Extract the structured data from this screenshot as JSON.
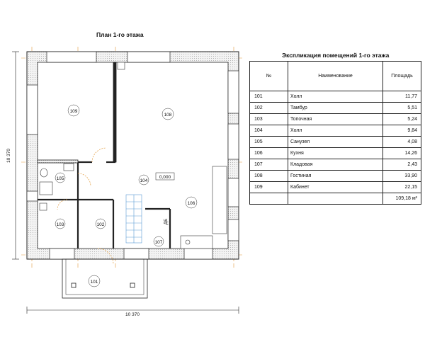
{
  "plan": {
    "title": "План 1-го этажа",
    "dim_horizontal": "10 370",
    "dim_vertical": "10 370",
    "elevation": "0,000",
    "ds_label": "ДБ",
    "rooms": [
      {
        "id": "101",
        "label": "101"
      },
      {
        "id": "102",
        "label": "102"
      },
      {
        "id": "103",
        "label": "103"
      },
      {
        "id": "104",
        "label": "104"
      },
      {
        "id": "105",
        "label": "105"
      },
      {
        "id": "106",
        "label": "106"
      },
      {
        "id": "107",
        "label": "107"
      },
      {
        "id": "108",
        "label": "108"
      },
      {
        "id": "109",
        "label": "109"
      }
    ]
  },
  "explication": {
    "title": "Экспликация помещений 1-го этажа",
    "headers": {
      "num": "№",
      "name": "Наименование",
      "area": "Площадь"
    },
    "rows": [
      {
        "num": "101",
        "name": "Холл",
        "area": "11,77"
      },
      {
        "num": "102",
        "name": "Тамбур",
        "area": "5,51"
      },
      {
        "num": "103",
        "name": "Топочная",
        "area": "5,24"
      },
      {
        "num": "104",
        "name": "Холл",
        "area": "9,84"
      },
      {
        "num": "105",
        "name": "Санузел",
        "area": "4,08"
      },
      {
        "num": "106",
        "name": "Кухня",
        "area": "14,26"
      },
      {
        "num": "107",
        "name": "Кладовая",
        "area": "2,43"
      },
      {
        "num": "108",
        "name": "Гостиная",
        "area": "33,90"
      },
      {
        "num": "109",
        "name": "Кабинет",
        "area": "22,15"
      }
    ],
    "total": "109,18 м²"
  }
}
